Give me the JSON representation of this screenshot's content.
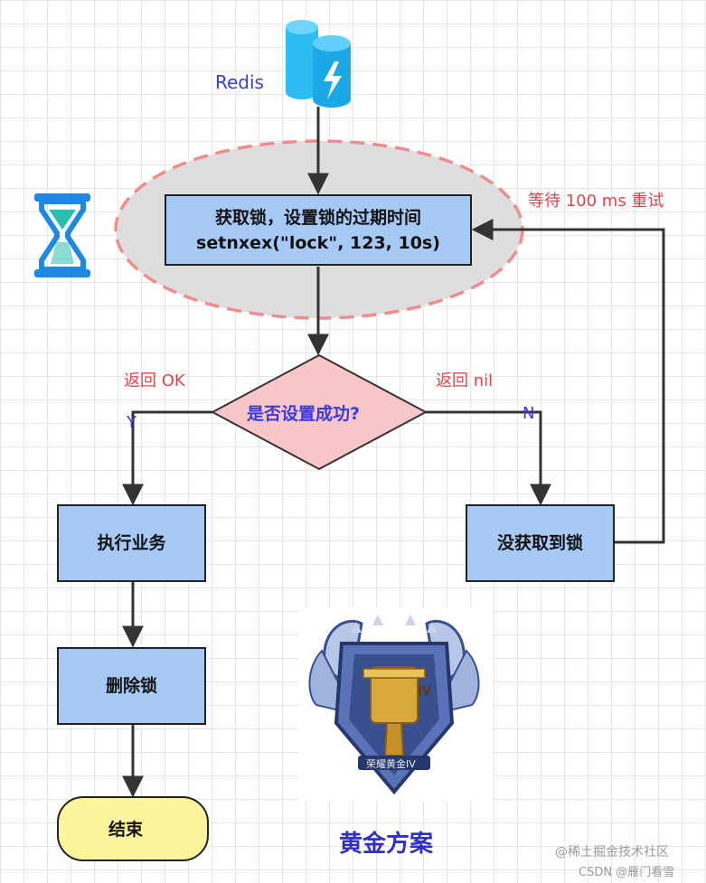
{
  "labels": {
    "redis": "Redis",
    "retry": "等待 100 ms 重试",
    "return_ok": "返回 OK",
    "return_nil": "返回 nil",
    "yes": "Y",
    "no": "N",
    "footer_title": "黄金方案",
    "badge_rank": "荣耀黄金IV",
    "badge_tier": "IV"
  },
  "nodes": {
    "acquire_line1": "获取锁，设置锁的过期时间",
    "acquire_line2": "setnxex(\"lock\", 123, 10s)",
    "decision": "是否设置成功?",
    "execute": "执行业务",
    "not_acquired": "没获取到锁",
    "delete_lock": "删除锁",
    "end": "结束"
  },
  "watermark": {
    "line1": "@稀土掘金技术社区",
    "line2": "CSDN @雁门看雪"
  },
  "colors": {
    "box_fill": "#a6c9f5",
    "decision_fill": "#f8c5c8",
    "end_fill": "#fdf59c",
    "ellipse_fill": "#dedede",
    "ellipse_stroke": "#f08c8c",
    "label_red": "#e0454b",
    "label_blue": "#3b3bd6",
    "redis_icon": "#1fb6f0",
    "hourglass_icon": "#1e88e5"
  }
}
